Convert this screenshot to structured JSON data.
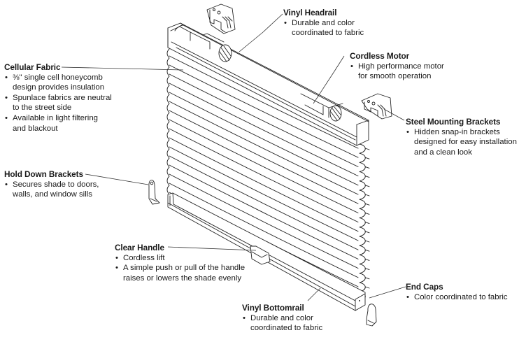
{
  "diagram": {
    "subject": "Cordless cellular honeycomb shade — component callouts",
    "callouts": [
      {
        "id": "vinyl-headrail",
        "title": "Vinyl Headrail",
        "bullets": [
          "Durable and color coordinated to fabric"
        ],
        "lines": [
          "Durable and color",
          "coordinated to fabric"
        ]
      },
      {
        "id": "cordless-motor",
        "title": "Cordless Motor",
        "lines": [
          "High performance motor",
          "for smooth operation"
        ]
      },
      {
        "id": "steel-mounting-brackets",
        "title": "Steel Mounting Brackets",
        "lines": [
          "Hidden snap-in brackets",
          "designed for easy installation",
          "and a clean look"
        ]
      },
      {
        "id": "cellular-fabric",
        "title": "Cellular Fabric",
        "bullets": [
          [
            "⅜\" single cell honeycomb",
            "design provides insulation"
          ],
          [
            "Spunlace fabrics are neutral",
            "to the street side"
          ],
          [
            "Available in light filtering",
            "and blackout"
          ]
        ]
      },
      {
        "id": "hold-down-brackets",
        "title": "Hold Down Brackets",
        "lines": [
          "Secures shade to doors,",
          "walls, and window sills"
        ]
      },
      {
        "id": "clear-handle",
        "title": "Clear Handle",
        "bullets": [
          [
            "Cordless lift"
          ],
          [
            "A simple push or pull of the handle",
            "raises or lowers the shade evenly"
          ]
        ]
      },
      {
        "id": "vinyl-bottomrail",
        "title": "Vinyl Bottomrail",
        "lines": [
          "Durable and color",
          "coordinated to fabric"
        ]
      },
      {
        "id": "end-caps",
        "title": "End Caps",
        "lines": [
          "Color coordinated to fabric"
        ]
      }
    ]
  },
  "text": {
    "headrail_title": "Vinyl Headrail",
    "headrail_b1_l1": "Durable and color",
    "headrail_b1_l2": "coordinated to fabric",
    "motor_title": "Cordless Motor",
    "motor_b1_l1": "High performance motor",
    "motor_b1_l2": "for smooth operation",
    "brackets_title": "Steel Mounting Brackets",
    "brackets_b1_l1": "Hidden snap-in brackets",
    "brackets_b1_l2": "designed for easy installation",
    "brackets_b1_l3": "and a clean look",
    "fabric_title": "Cellular Fabric",
    "fabric_b1_l1": "⅜\" single cell honeycomb",
    "fabric_b1_l2": "design provides insulation",
    "fabric_b2_l1": "Spunlace fabrics are neutral",
    "fabric_b2_l2": "to the street side",
    "fabric_b3_l1": "Available in light filtering",
    "fabric_b3_l2": "and blackout",
    "holddown_title": "Hold Down Brackets",
    "holddown_b1_l1": "Secures shade to doors,",
    "holddown_b1_l2": "walls, and window sills",
    "handle_title": "Clear Handle",
    "handle_b1_l1": "Cordless lift",
    "handle_b2_l1": "A simple push or pull of the handle",
    "handle_b2_l2": "raises or lowers the shade evenly",
    "bottomrail_title": "Vinyl Bottomrail",
    "bottomrail_b1_l1": "Durable and color",
    "bottomrail_b1_l2": "coordinated to fabric",
    "endcaps_title": "End Caps",
    "endcaps_b1_l1": "Color coordinated to fabric"
  },
  "colors": {
    "ink": "#1a1a1a",
    "background": "#ffffff"
  }
}
